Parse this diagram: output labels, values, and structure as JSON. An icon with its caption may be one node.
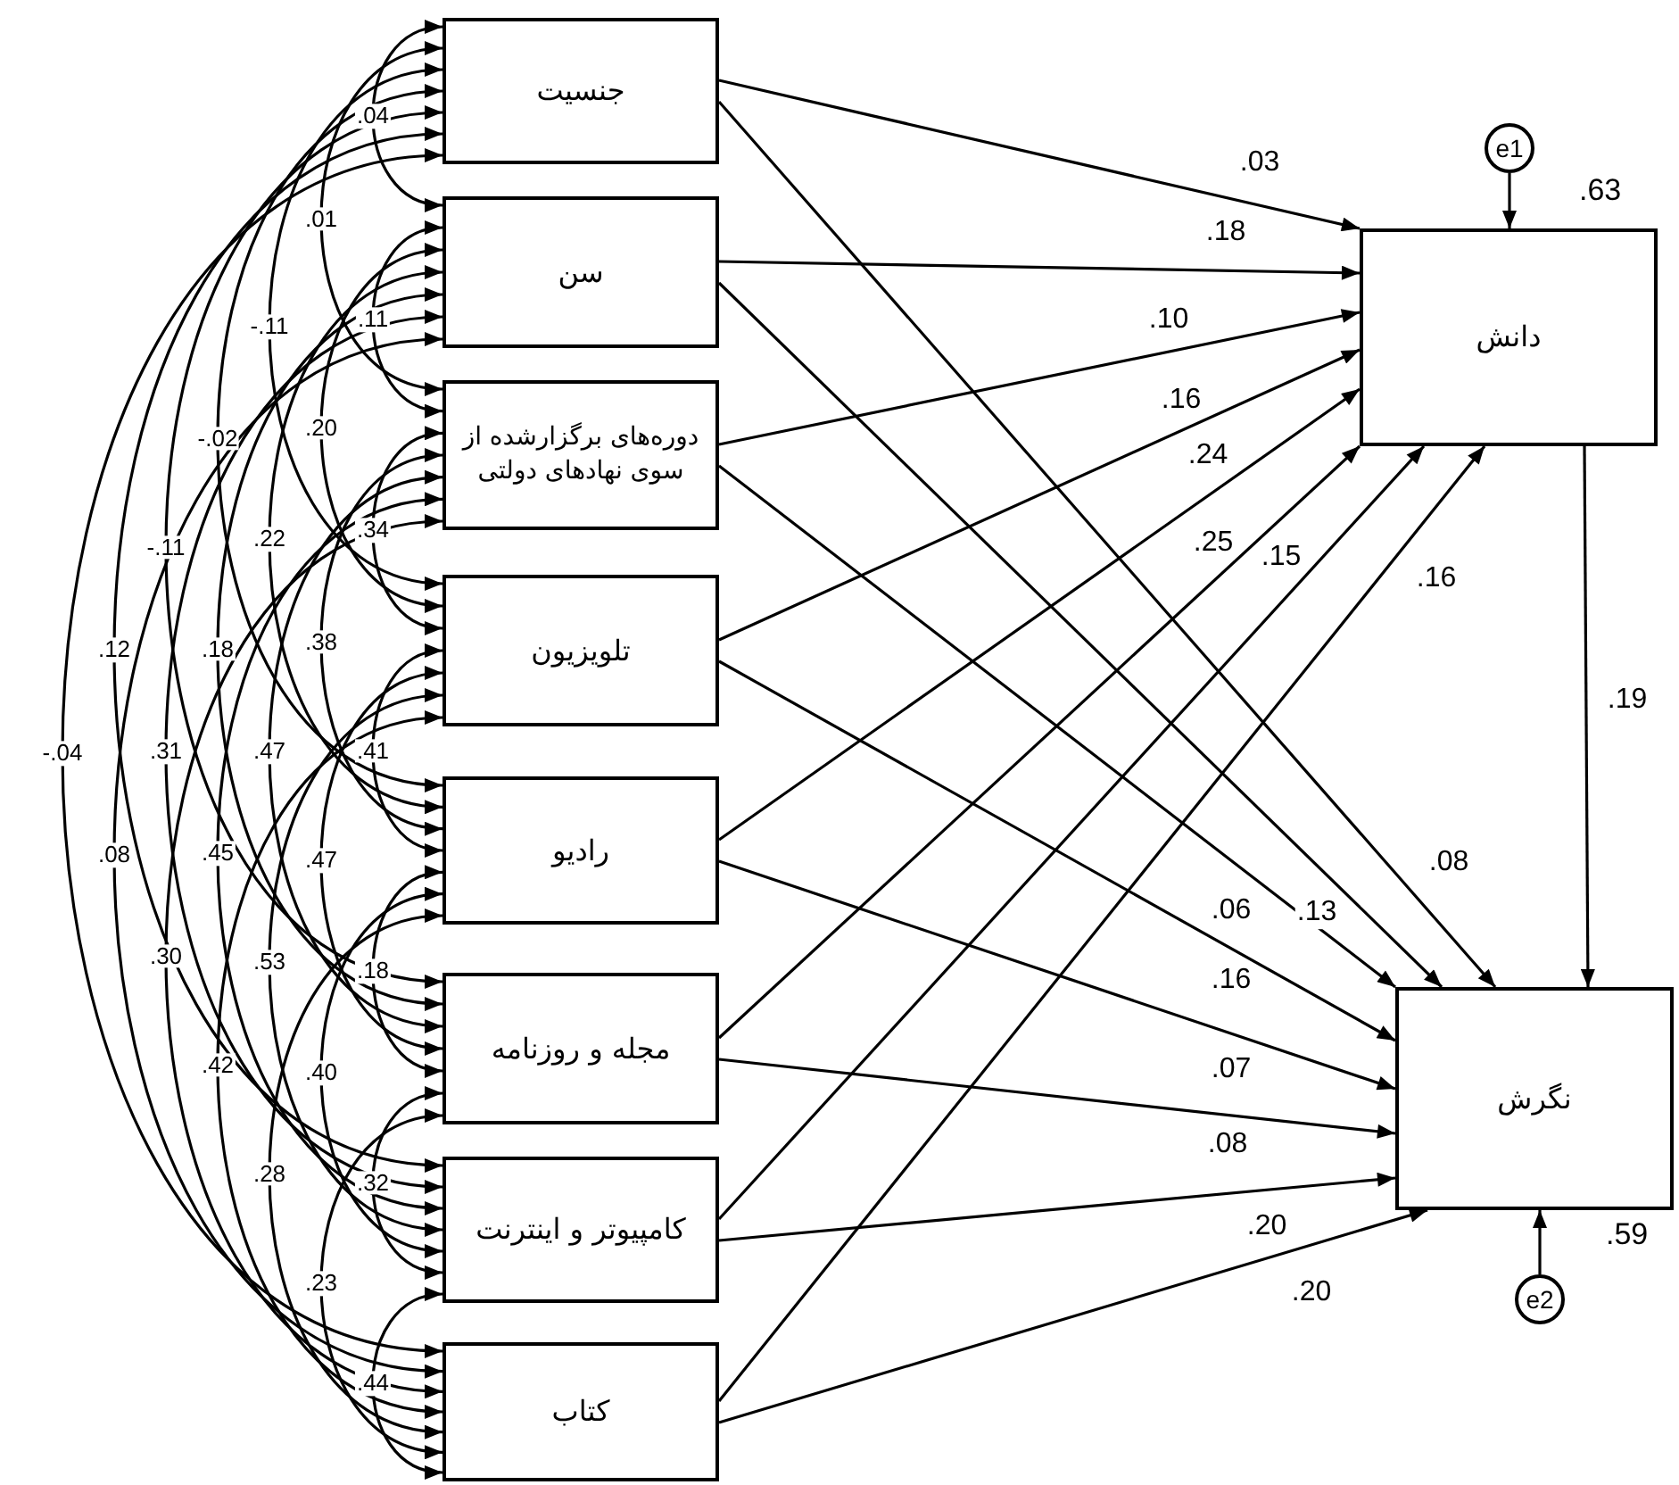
{
  "diagram": {
    "nodes": [
      {
        "text": [
          "جنسیت"
        ]
      },
      {
        "text": [
          "سن"
        ]
      },
      {
        "text": [
          "دوره‌های برگزارشده از سوی نهادهای دولتی"
        ]
      },
      {
        "text": [
          "تلویزیون"
        ]
      },
      {
        "text": [
          "رادیو"
        ]
      },
      {
        "text": [
          "مجله و روزنامه"
        ]
      },
      {
        "text": [
          "کامپیوتر و اینترنت"
        ]
      },
      {
        "text": [
          "کتاب"
        ]
      },
      {
        "text": [
          "دانش"
        ],
        "beside": [
          ".63"
        ]
      },
      {
        "text": [
          "نگرش"
        ],
        "beside": [
          ".59"
        ]
      },
      {
        "text": [
          "e1"
        ]
      },
      {
        "text": [
          "e2"
        ]
      }
    ],
    "edges": [
      {
        "from": 10,
        "to": 8,
        "arrow": "to"
      },
      {
        "from": 11,
        "to": 9,
        "arrow": "to"
      },
      {
        "from": 0,
        "to": 8,
        "arrow": "to",
        "label": ".03"
      },
      {
        "from": 0,
        "to": 9,
        "arrow": "to",
        "label": ".08"
      },
      {
        "from": 1,
        "to": 8,
        "arrow": "to",
        "label": ".18"
      },
      {
        "from": 1,
        "to": 9,
        "arrow": "to",
        "label": ".13"
      },
      {
        "from": 2,
        "to": 8,
        "arrow": "to",
        "label": ".10"
      },
      {
        "from": 2,
        "to": 9,
        "arrow": "to",
        "label": ".06"
      },
      {
        "from": 3,
        "to": 8,
        "arrow": "to",
        "label": ".16"
      },
      {
        "from": 3,
        "to": 9,
        "arrow": "to",
        "label": ".16"
      },
      {
        "from": 4,
        "to": 8,
        "arrow": "to",
        "label": ".24"
      },
      {
        "from": 4,
        "to": 9,
        "arrow": "to",
        "label": ".07"
      },
      {
        "from": 5,
        "to": 8,
        "arrow": "to",
        "label": ".25"
      },
      {
        "from": 5,
        "to": 9,
        "arrow": "to",
        "label": ".08"
      },
      {
        "from": 6,
        "to": 8,
        "arrow": "to",
        "label": ".15"
      },
      {
        "from": 6,
        "to": 9,
        "arrow": "to",
        "label": ".20"
      },
      {
        "from": 7,
        "to": 8,
        "arrow": "to",
        "label": ".16"
      },
      {
        "from": 7,
        "to": 9,
        "arrow": "to",
        "label": ".20"
      },
      {
        "from": 8,
        "to": 9,
        "arrow": "to",
        "label": ".19"
      },
      {
        "from": 0,
        "to": 1,
        "arrow": "both",
        "label": ".04"
      },
      {
        "from": 0,
        "to": 2,
        "arrow": "both",
        "label": ".01"
      },
      {
        "from": 0,
        "to": 3,
        "arrow": "both",
        "label": "-.11"
      },
      {
        "from": 0,
        "to": 4,
        "arrow": "both",
        "label": "-.02"
      },
      {
        "from": 0,
        "to": 5,
        "arrow": "both",
        "label": "-.11"
      },
      {
        "from": 0,
        "to": 6,
        "arrow": "both",
        "label": ".12"
      },
      {
        "from": 0,
        "to": 7,
        "arrow": "both",
        "label": "-.04"
      },
      {
        "from": 1,
        "to": 2,
        "arrow": "both",
        "label": ".11"
      },
      {
        "from": 1,
        "to": 3,
        "arrow": "both",
        "label": ".20"
      },
      {
        "from": 1,
        "to": 4,
        "arrow": "both",
        "label": ".22"
      },
      {
        "from": 1,
        "to": 5,
        "arrow": "both",
        "label": ".18"
      },
      {
        "from": 1,
        "to": 6,
        "arrow": "both",
        "label": ".31"
      },
      {
        "from": 1,
        "to": 7,
        "arrow": "both",
        "label": ".08"
      },
      {
        "from": 2,
        "to": 3,
        "arrow": "both",
        "label": ".34"
      },
      {
        "from": 2,
        "to": 4,
        "arrow": "both",
        "label": ".38"
      },
      {
        "from": 2,
        "to": 5,
        "arrow": "both",
        "label": ".47"
      },
      {
        "from": 2,
        "to": 6,
        "arrow": "both",
        "label": ".45"
      },
      {
        "from": 2,
        "to": 7,
        "arrow": "both",
        "label": ".30"
      },
      {
        "from": 3,
        "to": 4,
        "arrow": "both",
        "label": ".41"
      },
      {
        "from": 3,
        "to": 5,
        "arrow": "both",
        "label": ".47"
      },
      {
        "from": 3,
        "to": 6,
        "arrow": "both",
        "label": ".53"
      },
      {
        "from": 3,
        "to": 7,
        "arrow": "both",
        "label": ".42"
      },
      {
        "from": 4,
        "to": 5,
        "arrow": "both",
        "label": ".18"
      },
      {
        "from": 4,
        "to": 6,
        "arrow": "both",
        "label": ".40"
      },
      {
        "from": 4,
        "to": 7,
        "arrow": "both",
        "label": ".28"
      },
      {
        "from": 5,
        "to": 6,
        "arrow": "both",
        "label": ".32"
      },
      {
        "from": 5,
        "to": 7,
        "arrow": "both",
        "label": ".23"
      },
      {
        "from": 6,
        "to": 7,
        "arrow": "both",
        "label": ".44"
      }
    ]
  }
}
